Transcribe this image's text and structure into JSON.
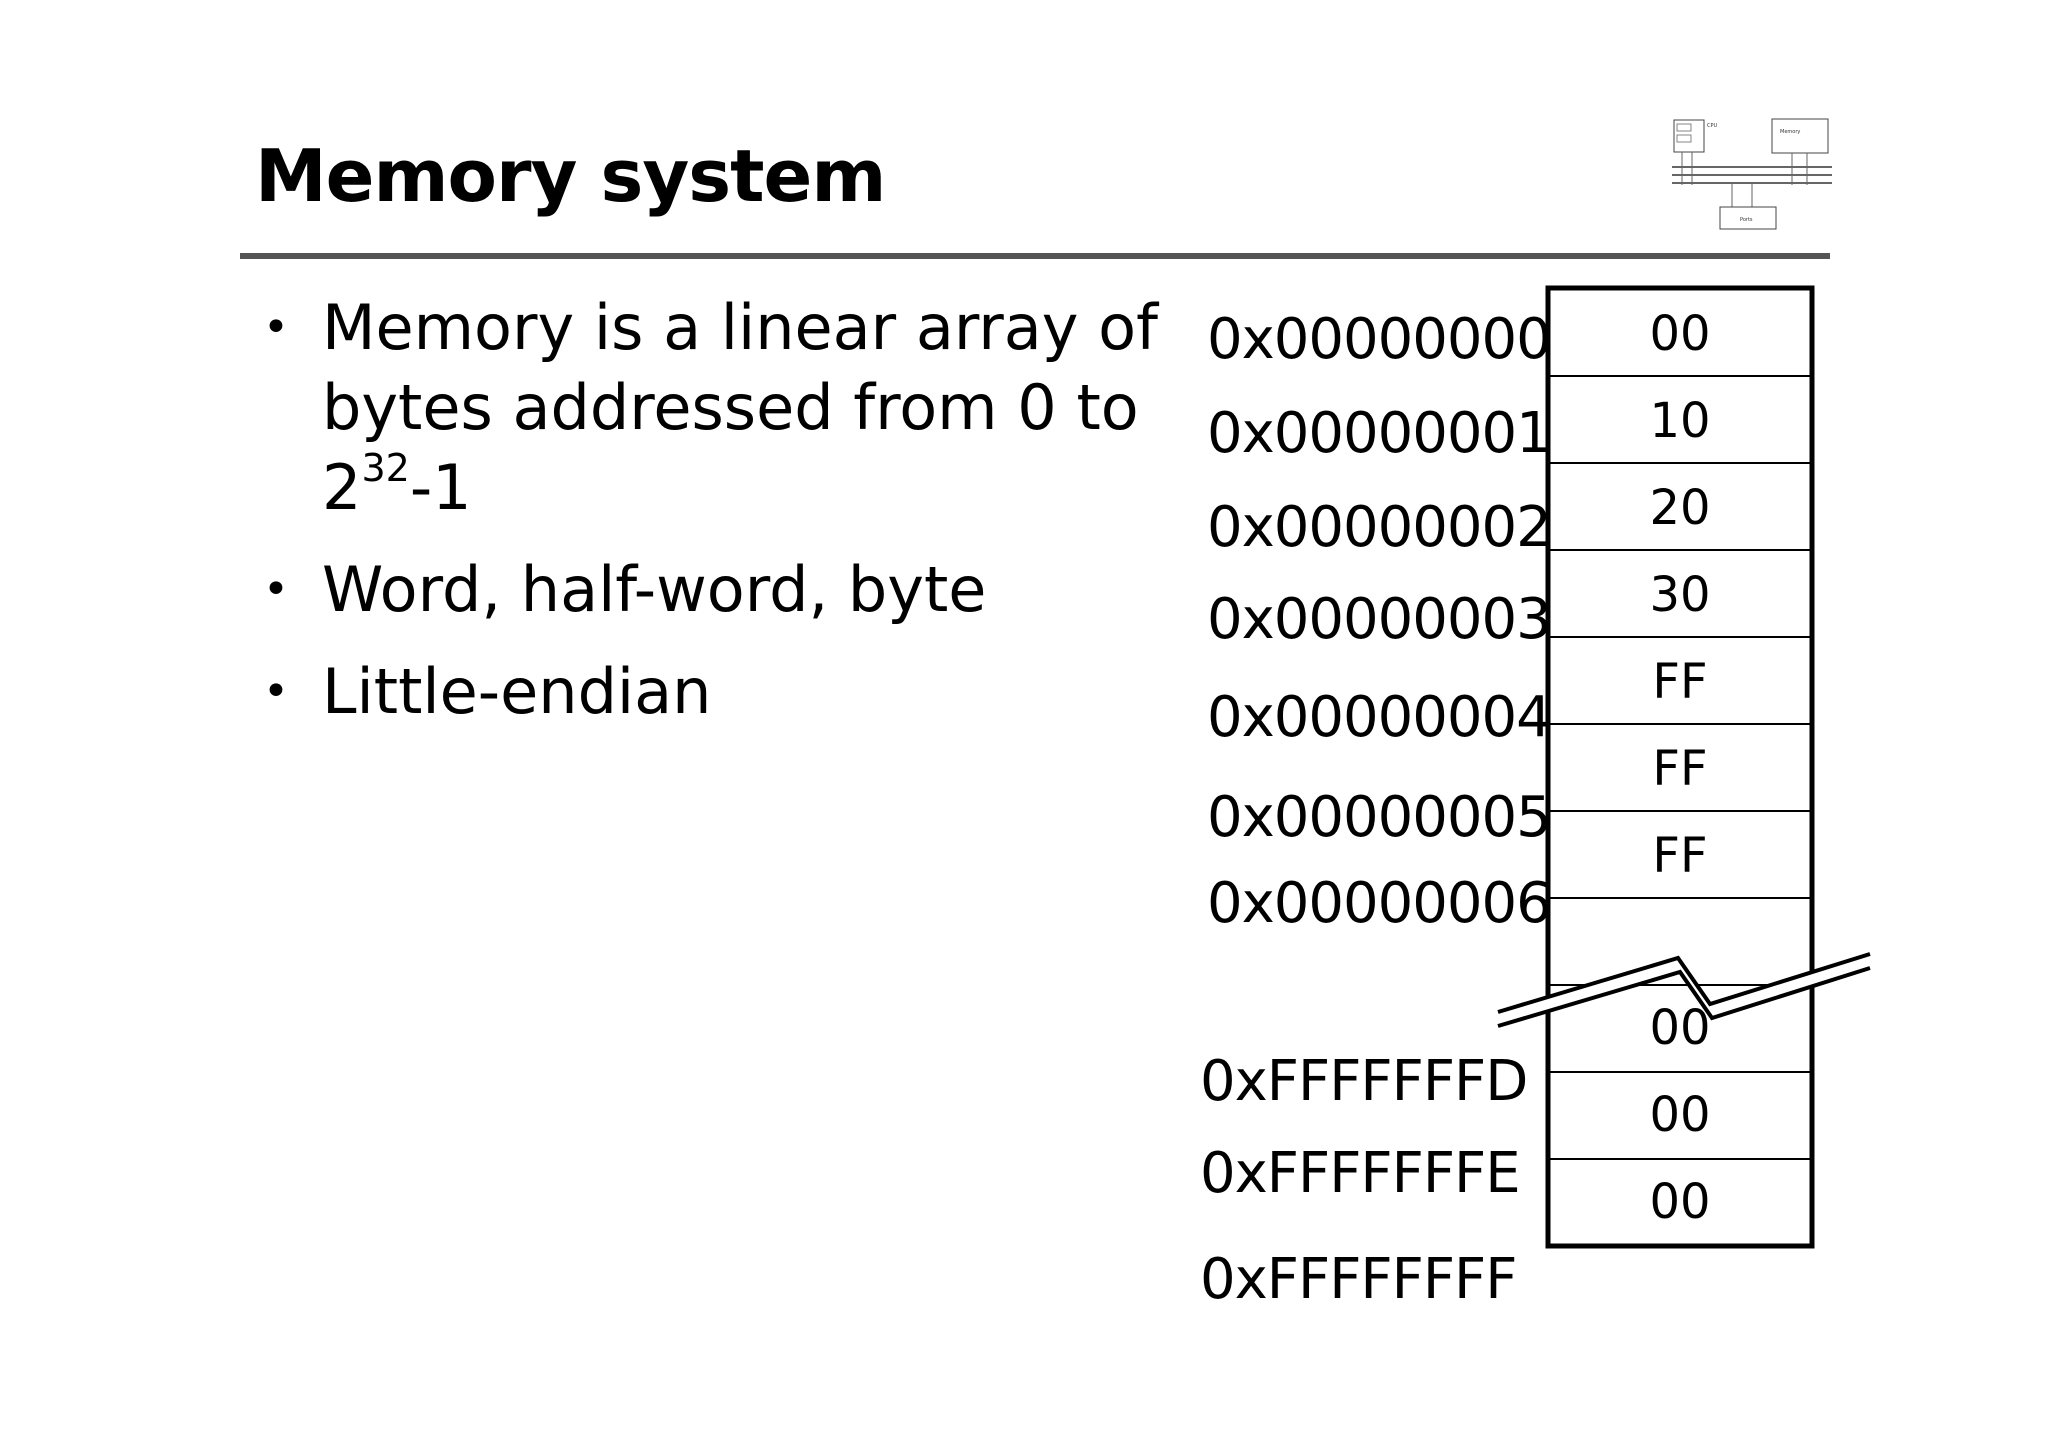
{
  "slide": {
    "title": "Memory system"
  },
  "bullets": [
    {
      "text": "Memory is a linear array of bytes addressed from 0 to 2",
      "sup": "32",
      "tail": "-1"
    },
    {
      "text": "Word, half-word, byte"
    },
    {
      "text": "Little-endian"
    }
  ],
  "memory": {
    "addresses_top": [
      "0x00000000",
      "0x00000001",
      "0x00000002",
      "0x00000003",
      "0x00000004",
      "0x00000005",
      "0x00000006"
    ],
    "cells_top": [
      "00",
      "10",
      "20",
      "30",
      "FF",
      "FF",
      "FF",
      ""
    ],
    "addresses_bottom": [
      "0xFFFFFFFD",
      "0xFFFFFFFE",
      "0xFFFFFFFF"
    ],
    "cells_bottom": [
      "00",
      "00",
      "00"
    ]
  },
  "thumbnail": {
    "labels": [
      "CPU",
      "Memory",
      "Ports"
    ]
  }
}
